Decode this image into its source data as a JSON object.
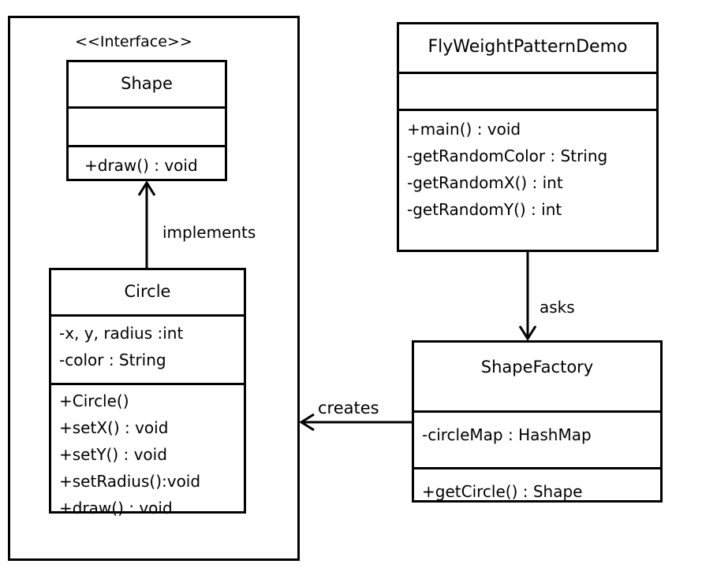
{
  "stereotype": "<<Interface>>",
  "shape": {
    "name": "Shape",
    "attributes": [],
    "operations": [
      "+draw() : void"
    ]
  },
  "circle": {
    "name": "Circle",
    "attributes": [
      "-x, y, radius :int",
      "-color : String"
    ],
    "operations": [
      "+Circle()",
      "+setX() : void",
      "+setY() : void",
      "+setRadius():void",
      "+draw() : void"
    ]
  },
  "demo": {
    "name": "FlyWeightPatternDemo",
    "attributes": [],
    "operations": [
      "+main() : void",
      "-getRandomColor : String",
      "-getRandomX() : int",
      "-getRandomY() : int"
    ]
  },
  "factory": {
    "name": "ShapeFactory",
    "attributes": [
      "-circleMap : HashMap"
    ],
    "operations": [
      "+getCircle() : Shape"
    ]
  },
  "relations": {
    "implements": "implements",
    "asks": "asks",
    "creates": "creates"
  }
}
